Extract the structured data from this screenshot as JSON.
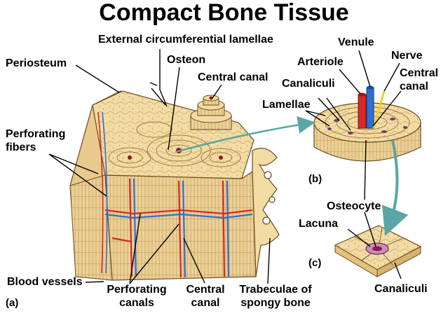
{
  "title": "Compact Bone Tissue",
  "labels": {
    "external_circumferential_lamellae": "External circumferential lamellae",
    "periosteum": "Periosteum",
    "osteon": "Osteon",
    "central_canal_top": "Central canal",
    "perforating_fibers_1": "Perforating",
    "perforating_fibers_2": "fibers",
    "blood_vessels": "Blood vessels",
    "perforating_canals_1": "Perforating",
    "perforating_canals_2": "canals",
    "central_canal_bottom_1": "Central",
    "central_canal_bottom_2": "canal",
    "trabeculae_1": "Trabeculae of",
    "trabeculae_2": "spongy bone",
    "venule": "Venule",
    "arteriole": "Arteriole",
    "nerve": "Nerve",
    "canaliculi_b": "Canaliculi",
    "central_canal_b_1": "Central",
    "central_canal_b_2": "canal",
    "lamellae": "Lamellae",
    "osteocyte": "Osteocyte",
    "lacuna": "Lacuna",
    "canaliculi_c": "Canaliculi"
  },
  "panels": {
    "a": "(a)",
    "b": "(b)",
    "c": "(c)"
  },
  "colors": {
    "bone": "#f2dca4",
    "bone_dark": "#c9a262",
    "vessel_red": "#d42a2a",
    "vessel_blue": "#2f6fd0",
    "nerve_yellow": "#f0d020",
    "arrow_teal": "#5aa6a6"
  }
}
